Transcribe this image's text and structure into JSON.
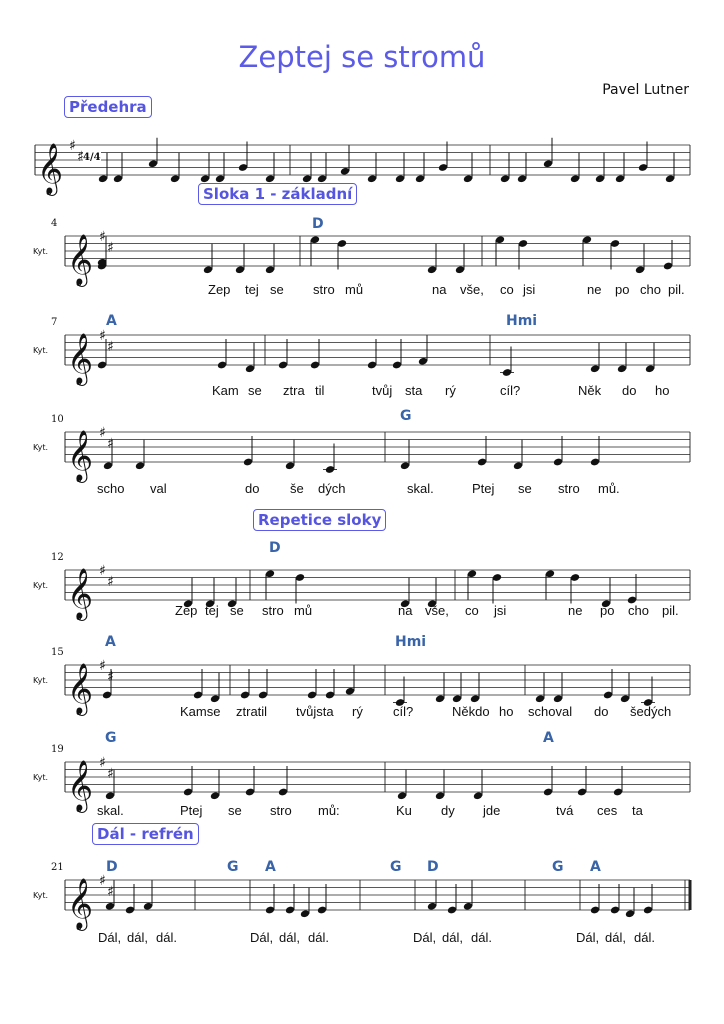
{
  "title": "Zeptej se stromů",
  "composer": "Pavel Lutner",
  "sections": [
    "Předehra",
    "Sloka 1 - základní",
    "Repetice sloky",
    "Dál - refrén"
  ],
  "time_signature": "4/4",
  "key": "D major (2 sharps)",
  "systems": [
    {
      "measure": "",
      "instrument": "",
      "chords": [],
      "lyrics": []
    },
    {
      "measure": "4",
      "instrument": "Kyt.",
      "chords": [
        "D"
      ],
      "lyrics": [
        "Zep",
        "tej",
        "se",
        "stro",
        "mů",
        "na",
        "vše,",
        "co",
        "jsi",
        "ne",
        "po",
        "cho",
        "pil."
      ]
    },
    {
      "measure": "7",
      "instrument": "Kyt.",
      "chords": [
        "A",
        "Hmi"
      ],
      "lyrics": [
        "Kam",
        "se",
        "ztra",
        "til",
        "tvůj",
        "sta",
        "rý",
        "cíl?",
        "Něk",
        "do",
        "ho"
      ]
    },
    {
      "measure": "10",
      "instrument": "Kyt.",
      "chords": [
        "G"
      ],
      "lyrics": [
        "scho",
        "val",
        "do",
        "še",
        "dých",
        "skal.",
        "Ptej",
        "se",
        "stro",
        "mů."
      ]
    },
    {
      "measure": "12",
      "instrument": "Kyt.",
      "chords": [
        "D"
      ],
      "lyrics": [
        "Zep",
        "tej",
        "se",
        "stro",
        "mů",
        "na",
        "vše,",
        "co",
        "jsi",
        "ne",
        "po",
        "cho",
        "pil."
      ]
    },
    {
      "measure": "15",
      "instrument": "Kyt.",
      "chords": [
        "A",
        "Hmi"
      ],
      "lyrics": [
        "Kamse",
        "ztratil",
        "tvůjsta",
        "rý",
        "cíl?",
        "Někdo",
        "ho",
        "schoval",
        "do",
        "šedých"
      ]
    },
    {
      "measure": "19",
      "instrument": "Kyt.",
      "chords": [
        "G",
        "A"
      ],
      "lyrics": [
        "skal.",
        "Ptej",
        "se",
        "stro",
        "mů:",
        "Ku",
        "dy",
        "jde",
        "tvá",
        "ces",
        "ta"
      ]
    },
    {
      "measure": "21",
      "instrument": "Kyt.",
      "chords": [
        "D",
        "G",
        "A",
        "G",
        "D",
        "G",
        "A"
      ],
      "lyrics": [
        "Dál,",
        "dál,",
        "dál.",
        "Dál,",
        "dál,",
        "dál.",
        "Dál,",
        "dál,",
        "dál.",
        "Dál,",
        "dál,",
        "dál."
      ]
    }
  ]
}
